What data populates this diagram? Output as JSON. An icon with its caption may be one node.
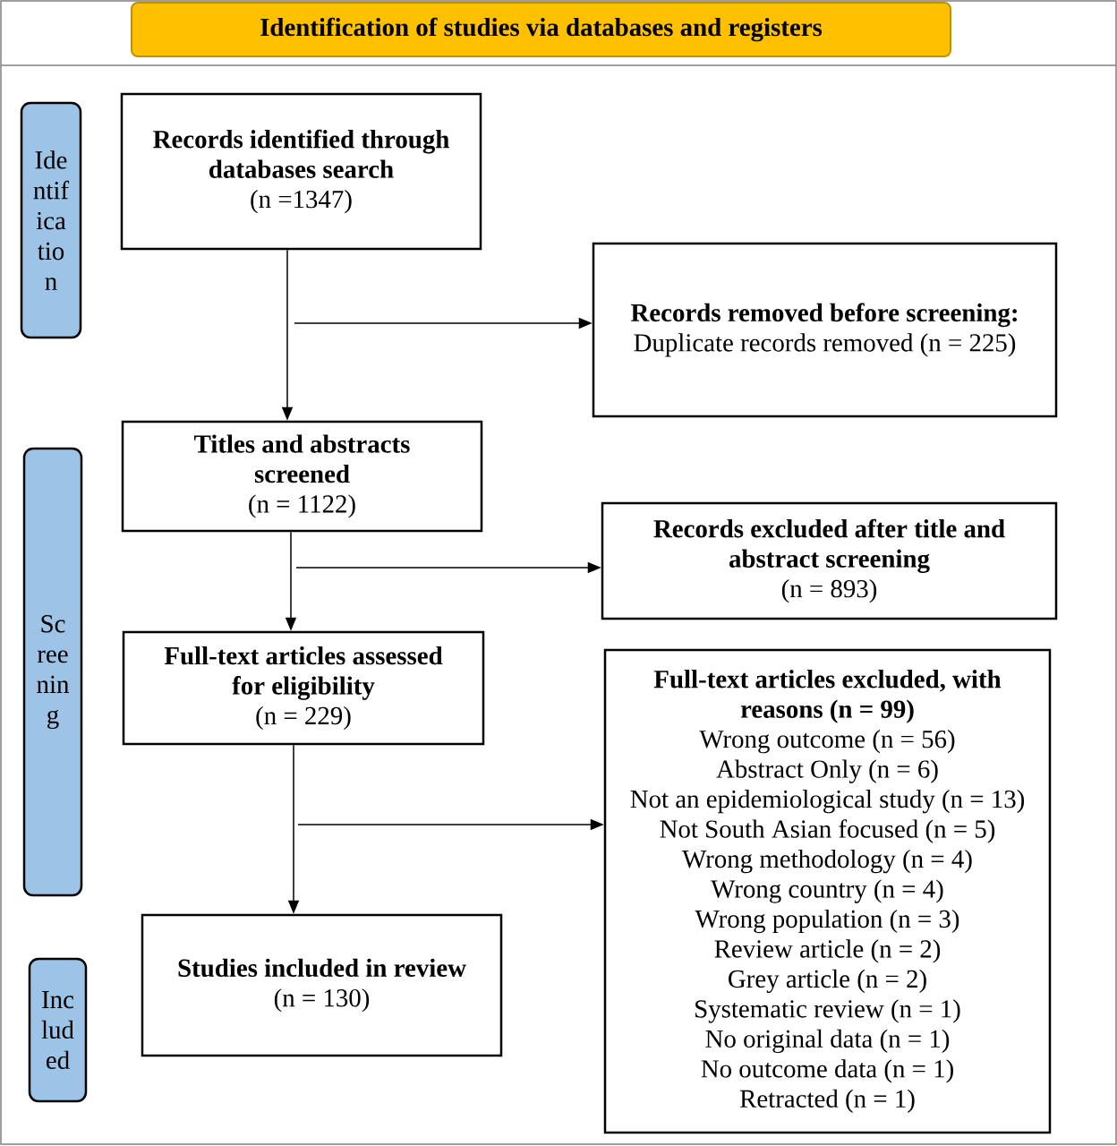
{
  "diagram": {
    "nodes": [
      {
        "text": [
          "Identification of studies via databases and registers"
        ]
      },
      {
        "text": [
          "Ide ntif ica tio n"
        ]
      },
      {
        "text": [
          "Records identified through databases search",
          "(n =1347)"
        ]
      },
      {
        "text": [
          "Records removed before screening:",
          "Duplicate records removed (n = 225)"
        ]
      },
      {
        "text": [
          "Sc ree nin g"
        ]
      },
      {
        "text": [
          "Titles and abstracts screened",
          "(n = 1122)"
        ]
      },
      {
        "text": [
          "Records excluded after title and abstract screening",
          "(n = 893)"
        ]
      },
      {
        "text": [
          "Full-text articles assessed for eligibility",
          "(n = 229)"
        ]
      },
      {
        "text": [
          "Full-text articles excluded, with reasons (n = 99)",
          "Wrong outcome (n = 56)",
          "Abstract Only (n = 6)",
          "Not an epidemiological study (n = 13)",
          "Not South Asian focused (n = 5)",
          "Wrong methodology (n = 4)",
          "Wrong country (n = 4)",
          "Wrong population (n = 3)",
          "Review article (n = 2)",
          "Grey article (n = 2)",
          "Systematic review (n = 1)",
          "No original data (n = 1)",
          "No outcome data (n = 1)",
          "Retracted (n = 1)"
        ]
      },
      {
        "text": [
          "Inc lud ed"
        ]
      },
      {
        "text": [
          "Studies included in review",
          "(n = 130)"
        ]
      }
    ],
    "edges": [
      {
        "from": 2,
        "to": 5,
        "arrow": "to"
      },
      {
        "from": null,
        "to": 3,
        "arrow": "to"
      },
      {
        "from": 5,
        "to": 7,
        "arrow": "to"
      },
      {
        "from": null,
        "to": 6,
        "arrow": "to"
      },
      {
        "from": 7,
        "to": 10,
        "arrow": "to"
      },
      {
        "from": null,
        "to": 8,
        "arrow": "to"
      }
    ]
  }
}
